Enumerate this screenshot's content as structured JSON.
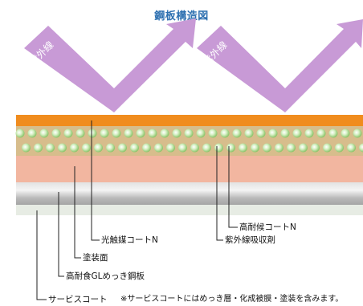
{
  "title": "鋼板構造図",
  "arrows": [
    {
      "label": "紫外線",
      "color": "#c89ad6"
    },
    {
      "label": "紫外線",
      "color": "#c89ad6"
    }
  ],
  "layers": {
    "photocatalyst": "#f08c1e",
    "coating": "#d7bd8c",
    "paint": "#f2b6a0",
    "steel": "#c6c6c6",
    "service_coat": "#e7ece4",
    "beads": "#bfe4a8"
  },
  "labels": {
    "photocatalyst": "光触媒コートN",
    "paint_surface": "塗装面",
    "steel": "高耐食GLめっき鋼板",
    "service_coat": "サービスコート",
    "weather_coat": "高耐候コートN",
    "uv_absorber": "紫外線吸収剤"
  },
  "note": "※サービスコートにはめっき層・化成被膜・塗装を含みます。"
}
